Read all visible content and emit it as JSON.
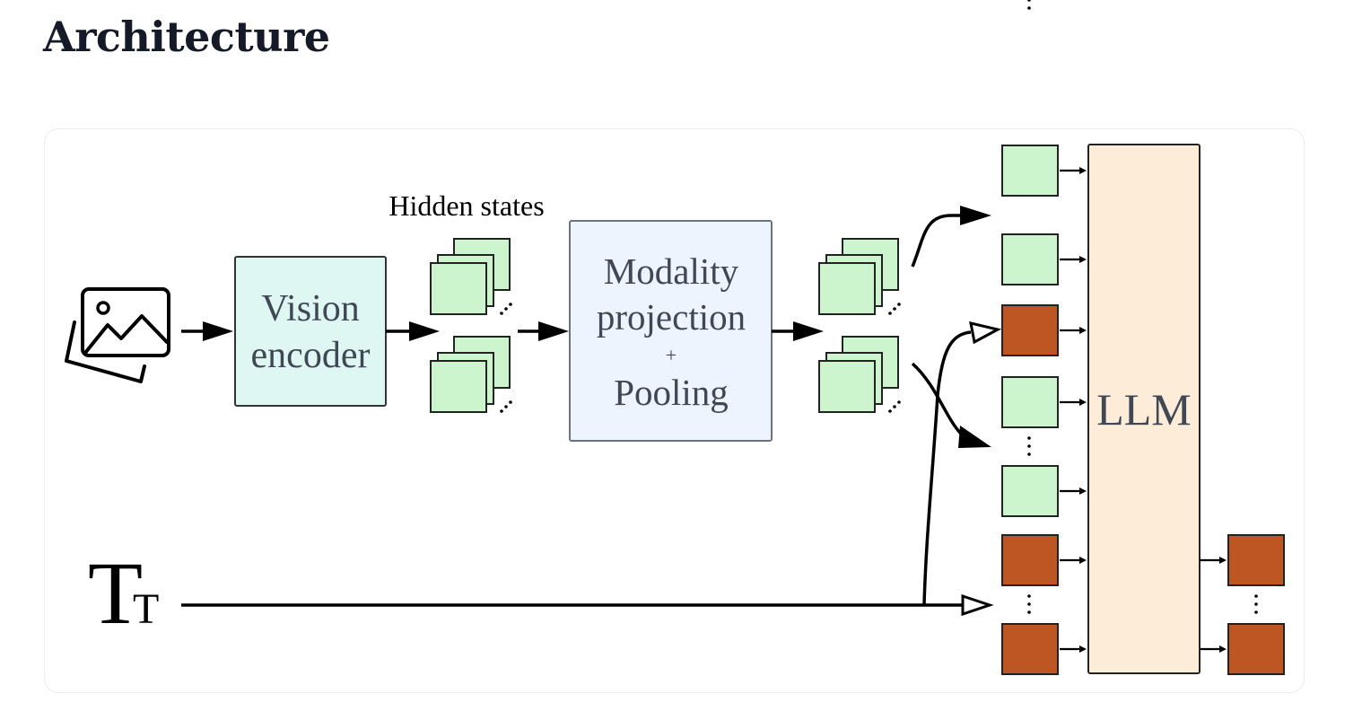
{
  "page": {
    "title": "Architecture"
  },
  "diagram": {
    "labels": {
      "hidden_states": "Hidden states",
      "vision_encoder_line1": "Vision",
      "vision_encoder_line2": "encoder",
      "modality_line1": "Modality",
      "modality_line2": "projection",
      "modality_plus": "+",
      "modality_line3": "Pooling",
      "llm": "LLM",
      "text_icon_big": "T",
      "text_icon_small": "T"
    },
    "colors": {
      "vision_encoder_fill": "#dff7f3",
      "modality_fill": "#edf4fe",
      "llm_fill": "#fdecd8",
      "visual_token_fill": "#cdf5cd",
      "text_token_fill": "#bd5622",
      "label_text": "#3f4854"
    },
    "input_tokens": [
      {
        "type": "visual",
        "arrow": true
      },
      {
        "type": "ellipsis"
      },
      {
        "type": "visual",
        "arrow": true
      },
      {
        "type": "text",
        "arrow": true
      },
      {
        "type": "visual",
        "arrow": true
      },
      {
        "type": "ellipsis"
      },
      {
        "type": "visual",
        "arrow": true
      },
      {
        "type": "text",
        "arrow": true
      },
      {
        "type": "ellipsis"
      },
      {
        "type": "text",
        "arrow": true
      }
    ],
    "output_tokens": [
      {
        "type": "text"
      },
      {
        "type": "ellipsis"
      },
      {
        "type": "text"
      }
    ]
  }
}
